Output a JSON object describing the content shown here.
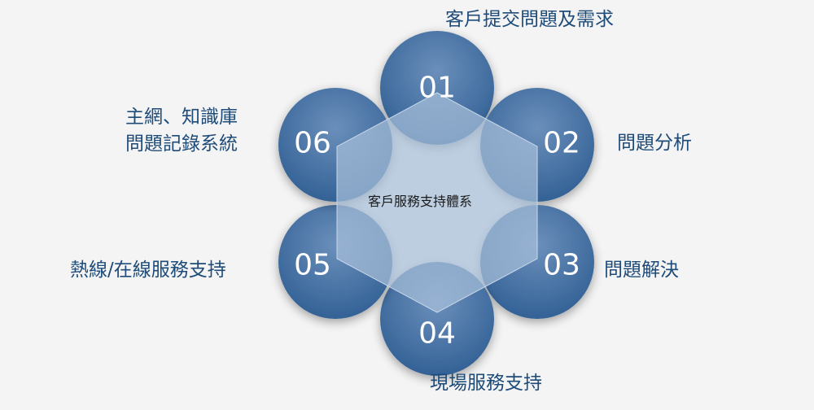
{
  "center": {
    "label": "客戶服務支持體系"
  },
  "steps": [
    {
      "number": "01",
      "label": "客戶提交問題及需求"
    },
    {
      "number": "02",
      "label": "問題分析"
    },
    {
      "number": "03",
      "label": "問題解決"
    },
    {
      "number": "04",
      "label": "現場服務支持"
    },
    {
      "number": "05",
      "label": "熱線/在線服務支持"
    },
    {
      "number": "06",
      "label": "主網、知識庫問題記錄系統",
      "lines": [
        "主網、知識庫",
        "問題記錄系統"
      ]
    }
  ],
  "colors": {
    "background": "#f4f4f4",
    "circle_dark": "#2f5e93",
    "circle_light": "#6b8fbb",
    "hexagon": "#a8bfd9",
    "label_text": "#1e4b78"
  }
}
